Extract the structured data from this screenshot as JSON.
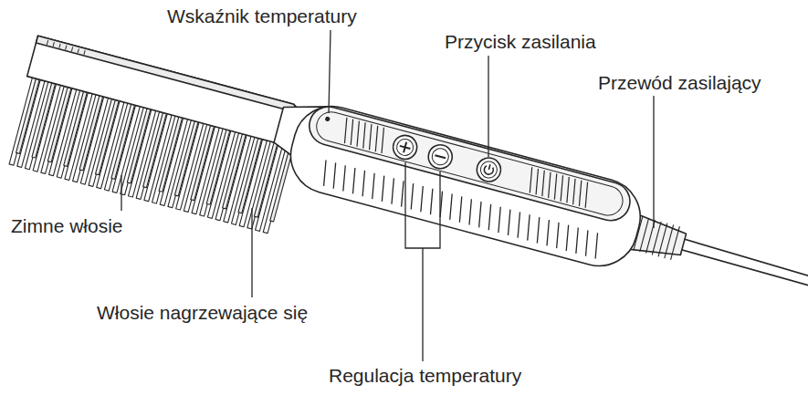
{
  "diagram": {
    "labels": [
      "Wskaźnik temperatury",
      "Przycisk zasilania",
      "Przewód zasilający",
      "Zimne włosie",
      "Włosie nagrzewające się",
      "Regulacja temperatury"
    ]
  }
}
